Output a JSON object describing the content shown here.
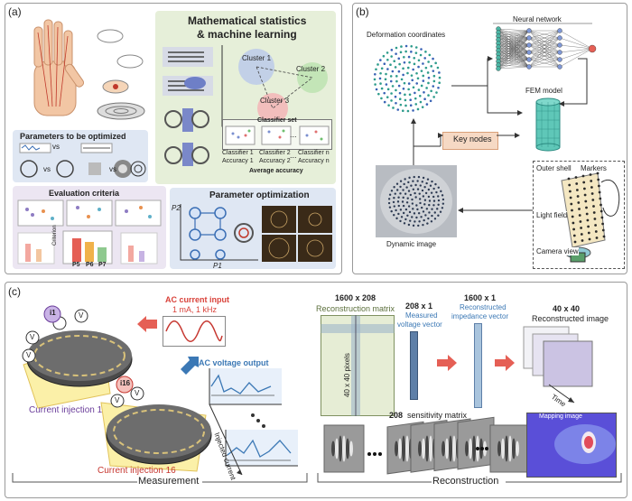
{
  "panel_a": {
    "label": "(a)",
    "ml_title_line1": "Mathematical statistics",
    "ml_title_line2": "& machine learning",
    "clusters": [
      "Cluster 1",
      "Cluster 2",
      "Cluster 3"
    ],
    "classifier_set": "Classifier set",
    "classifiers": [
      "Classifier 1",
      "Classifier 2",
      "Classifier n"
    ],
    "accuracies": [
      "Accuracy 1",
      "Accuracy 2",
      "Accuracy n"
    ],
    "ellipsis": "...",
    "average_accuracy": "Average accuracy",
    "params_title": "Parameters to be optimized",
    "vs": "vs",
    "eval_title": "Evaluation criteria",
    "criterion_axis": "Criterion",
    "p_labels": [
      "P5",
      "P6",
      "P7"
    ],
    "opt_title": "Parameter optimization",
    "p1": "P1",
    "p2": "P2"
  },
  "panel_b": {
    "label": "(b)",
    "deformation": "Deformation coordinates",
    "neural_network": "Neural network",
    "fem_model": "FEM model",
    "key_nodes": "Key nodes",
    "dynamic_image": "Dynamic image",
    "outer_shell": "Outer shell",
    "markers": "Markers",
    "light_field": "Light field",
    "camera_view": "Camera view"
  },
  "panel_c": {
    "label": "(c)",
    "ac_input_title": "AC current input",
    "ac_input_value": "1 mA, 1 kHz",
    "ac_output_title": "AC voltage output",
    "i1": "i1",
    "i16": "i16",
    "v": "V",
    "current_injection_1": "Current injection 1",
    "current_injection_16": "Current injection 16",
    "injected_current": "Injected current",
    "matrix_dim": "1600 x 208",
    "matrix_name": "Reconstruction matrix",
    "pixels_label": "40 x 40 pixels",
    "voltage_dim": "208 x 1",
    "voltage_name_1": "Measured",
    "voltage_name_2": "voltage vector",
    "impedance_dim": "1600 x 1",
    "impedance_name_1": "Reconstructed",
    "impedance_name_2": "impedance vector",
    "image_dim": "40 x 40",
    "image_name": "Reconstructed image",
    "time": "Time",
    "sensitivity_count": "208",
    "sensitivity_name": "sensitivity matrix",
    "mapping_image": "Mapping image",
    "measurement": "Measurement",
    "reconstruction": "Reconstruction"
  },
  "colors": {
    "panel_border": "#9a9a9a",
    "green_box": "#e6efd9",
    "blue_box": "#dfe7f3",
    "purple_box": "#ece6f2",
    "key_nodes": "#f6d9c4",
    "red_title": "#d9423a",
    "blue_title": "#3b78b5",
    "purple_text": "#6a3d9a",
    "red_text": "#c6362f"
  }
}
